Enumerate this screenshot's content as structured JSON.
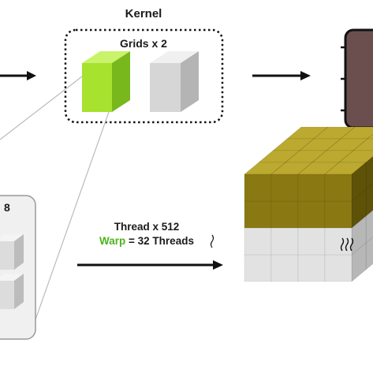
{
  "kernel": {
    "title": "Kernel",
    "grids_label": "Grids x 2"
  },
  "block": {
    "label_fragment": "8"
  },
  "thread": {
    "count_label": "Thread x 512",
    "warp_prefix": "Warp",
    "warp_rest": " = 32 Threads"
  },
  "colors": {
    "grid_highlight": "#a6e22e",
    "grid_plain": "#d6d6d6",
    "thread_active": "#8a7812",
    "thread_inactive": "#e2e2e2",
    "warp_text": "#4cb41e",
    "processor_body": "#6b4f4f"
  },
  "icons": [
    "arrow-right-icon",
    "cube-icon",
    "processor-icon",
    "warp-squiggle-icon",
    "heat-wave-icon"
  ]
}
